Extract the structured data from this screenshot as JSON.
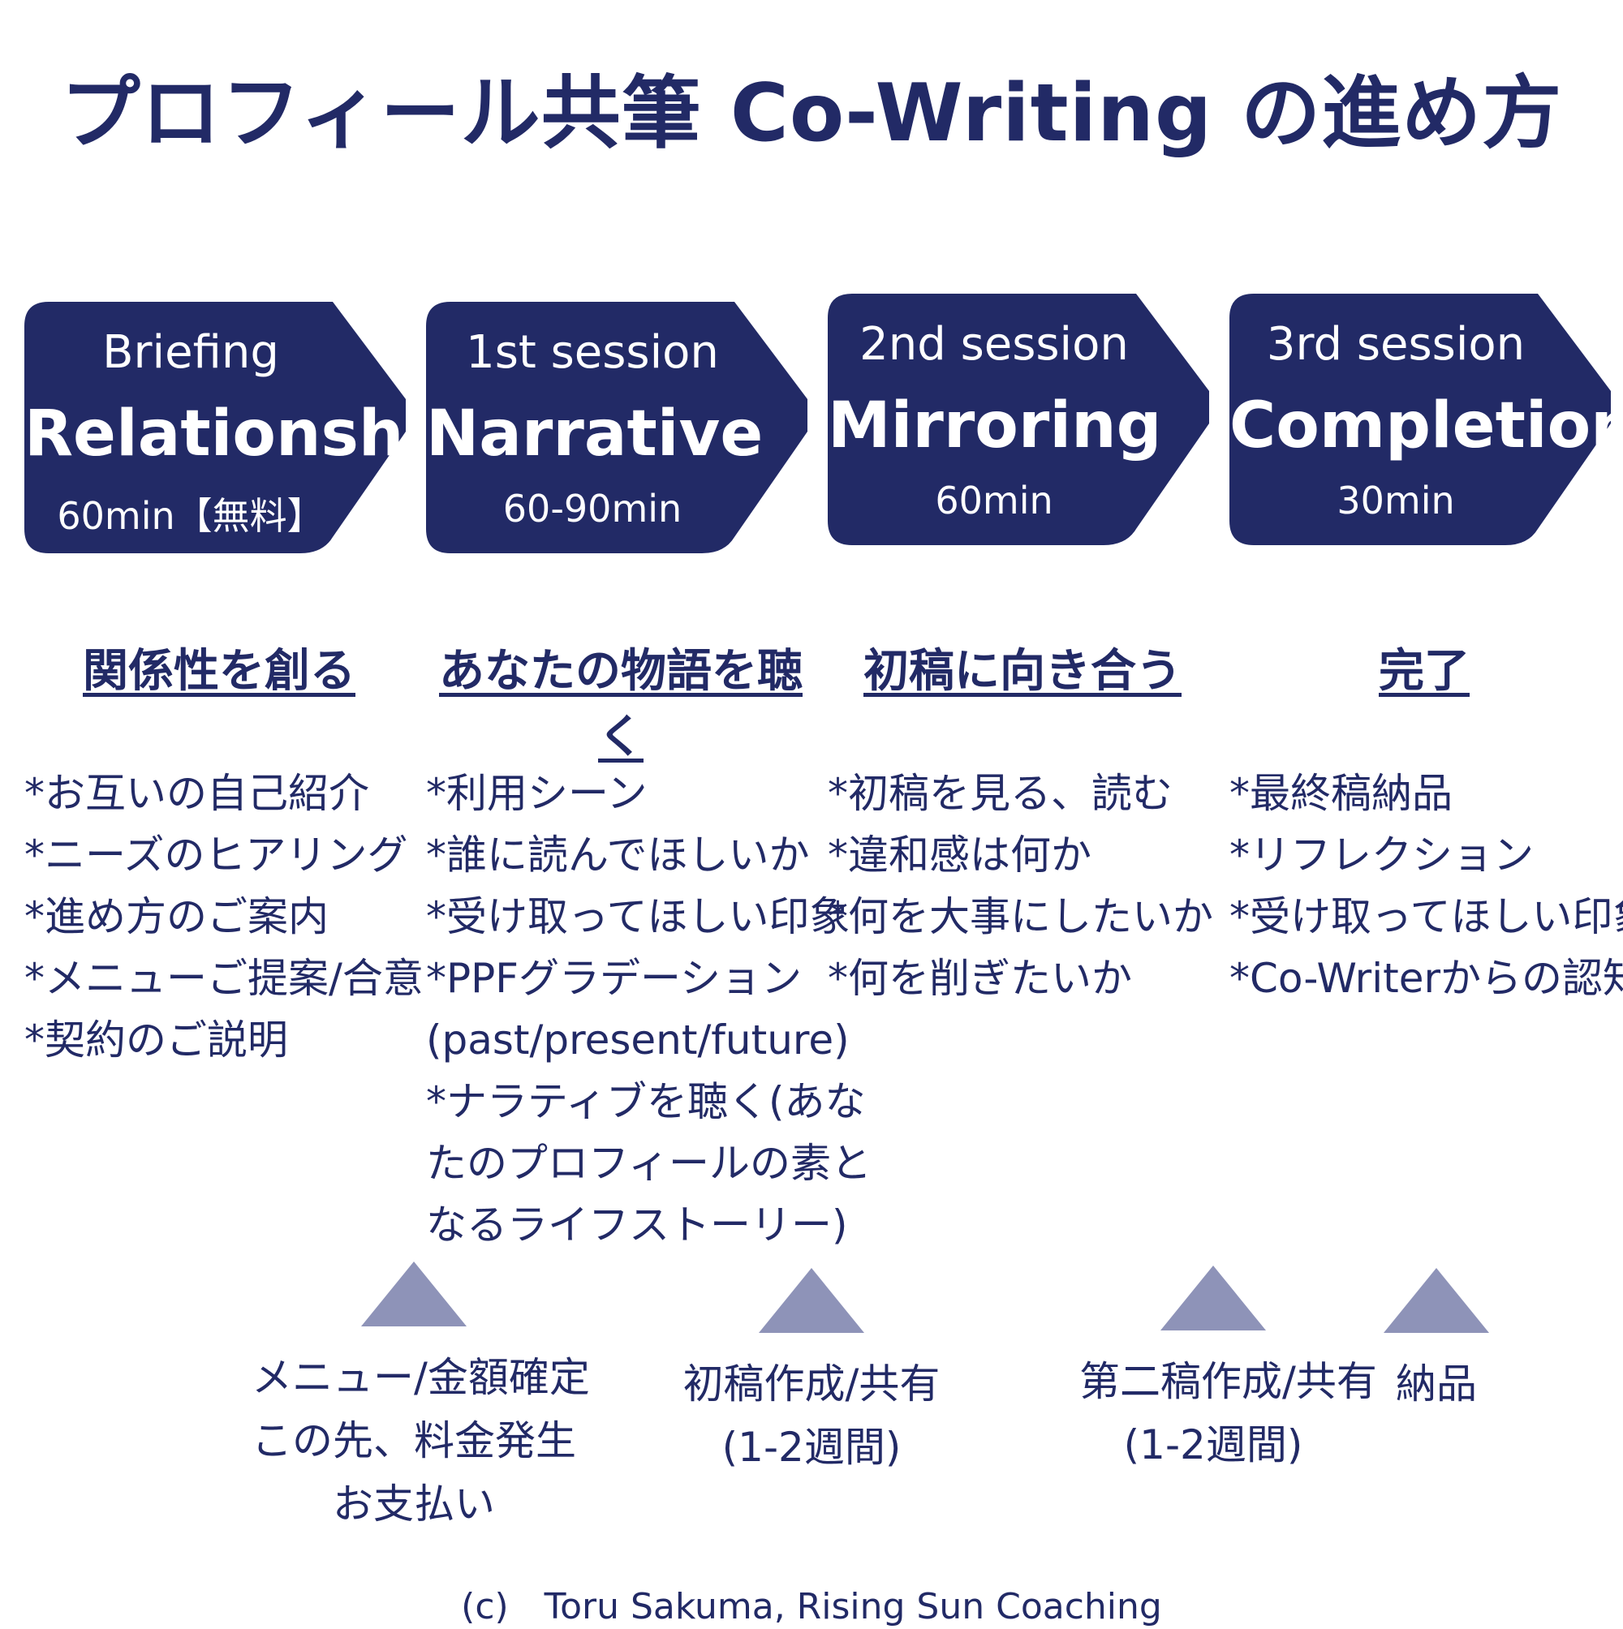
{
  "title": "プロフィール共筆 Co-Writing の進め方",
  "colors": {
    "primary": "#222a66",
    "milestone": "#8e93b8",
    "text_on_primary": "#ffffff"
  },
  "stages": [
    {
      "sub": "Briefing",
      "name": "Relationship",
      "duration": "60min【無料】",
      "heading": "関係性を創る",
      "items": [
        "*お互いの自己紹介",
        "*ニーズのヒアリング",
        "*進め方のご案内",
        "*メニューご提案/合意",
        "*契約のご説明"
      ]
    },
    {
      "sub": "1st session",
      "name": "Narrative",
      "duration": "60-90min",
      "heading": "あなたの物語を聴く",
      "items": [
        "*利用シーン",
        "*誰に読んでほしいか",
        "*受け取ってほしい印象",
        "*PPFグラデーション",
        "(past/present/future)",
        "*ナラティブを聴く(あな",
        "たのプロフィールの素と",
        "なるライフストーリー)"
      ]
    },
    {
      "sub": "2nd session",
      "name": "Mirroring",
      "duration": "60min",
      "heading": "初稿に向き合う",
      "items": [
        "*初稿を見る、読む",
        "*違和感は何か",
        "*何を大事にしたいか",
        "*何を削ぎたいか"
      ]
    },
    {
      "sub": "3rd session",
      "name": "Completion",
      "duration": "30min",
      "heading": "完了",
      "items": [
        "*最終稿納品",
        "*リフレクション",
        "*受け取ってほしい印象",
        "*Co-Writerからの認知"
      ]
    }
  ],
  "milestones": [
    {
      "lines": [
        "メニュー/金額確定",
        "この先、料金発生",
        "お支払い"
      ]
    },
    {
      "lines": [
        "初稿作成/共有",
        "(1-2週間)"
      ]
    },
    {
      "lines": [
        "第二稿作成/共有",
        "(1-2週間)"
      ]
    },
    {
      "lines": [
        "納品"
      ]
    }
  ],
  "footer": "(c)　Toru Sakuma, Rising Sun Coaching"
}
